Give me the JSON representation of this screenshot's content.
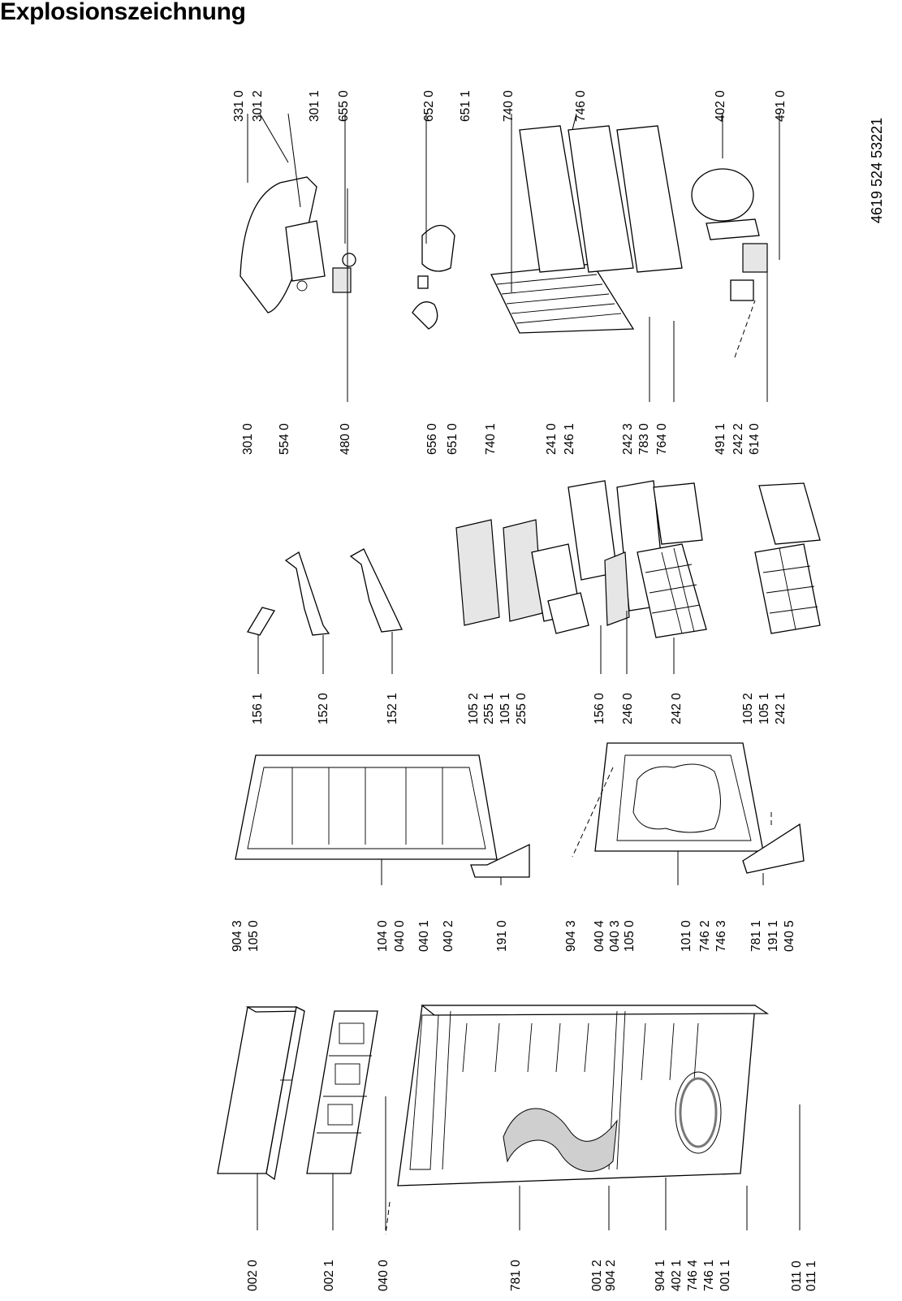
{
  "title": "Explosionszeichnung",
  "doc_number": "4619 524 53221",
  "callouts": [
    "002 0",
    "002 1",
    "040 0",
    "781 0",
    "001 2",
    "904 2",
    "904 1",
    "402 1",
    "746 4",
    "746 1",
    "001 1",
    "011 0",
    "011 1",
    "904 3",
    "105 0",
    "104 0",
    "040 0",
    "040 1",
    "040 2",
    "191 0",
    "904 3",
    "040 4",
    "040 3",
    "105 0",
    "101 0",
    "746 2",
    "746 3",
    "781 1",
    "191 1",
    "040 5",
    "156 1",
    "152 0",
    "152 1",
    "105 2",
    "255 1",
    "105 1",
    "255 0",
    "156 0",
    "246 0",
    "242 0",
    "105 2",
    "105 1",
    "242 1",
    "301 0",
    "554 0",
    "480 0",
    "656 0",
    "651 0",
    "740 1",
    "241 0",
    "246 1",
    "242 3",
    "783 0",
    "764 0",
    "491 1",
    "242 2",
    "614 0",
    "331 0",
    "301 2",
    "301 1",
    "655 0",
    "652 0",
    "651 1",
    "740 0",
    "746 0",
    "402 0",
    "491 0"
  ]
}
